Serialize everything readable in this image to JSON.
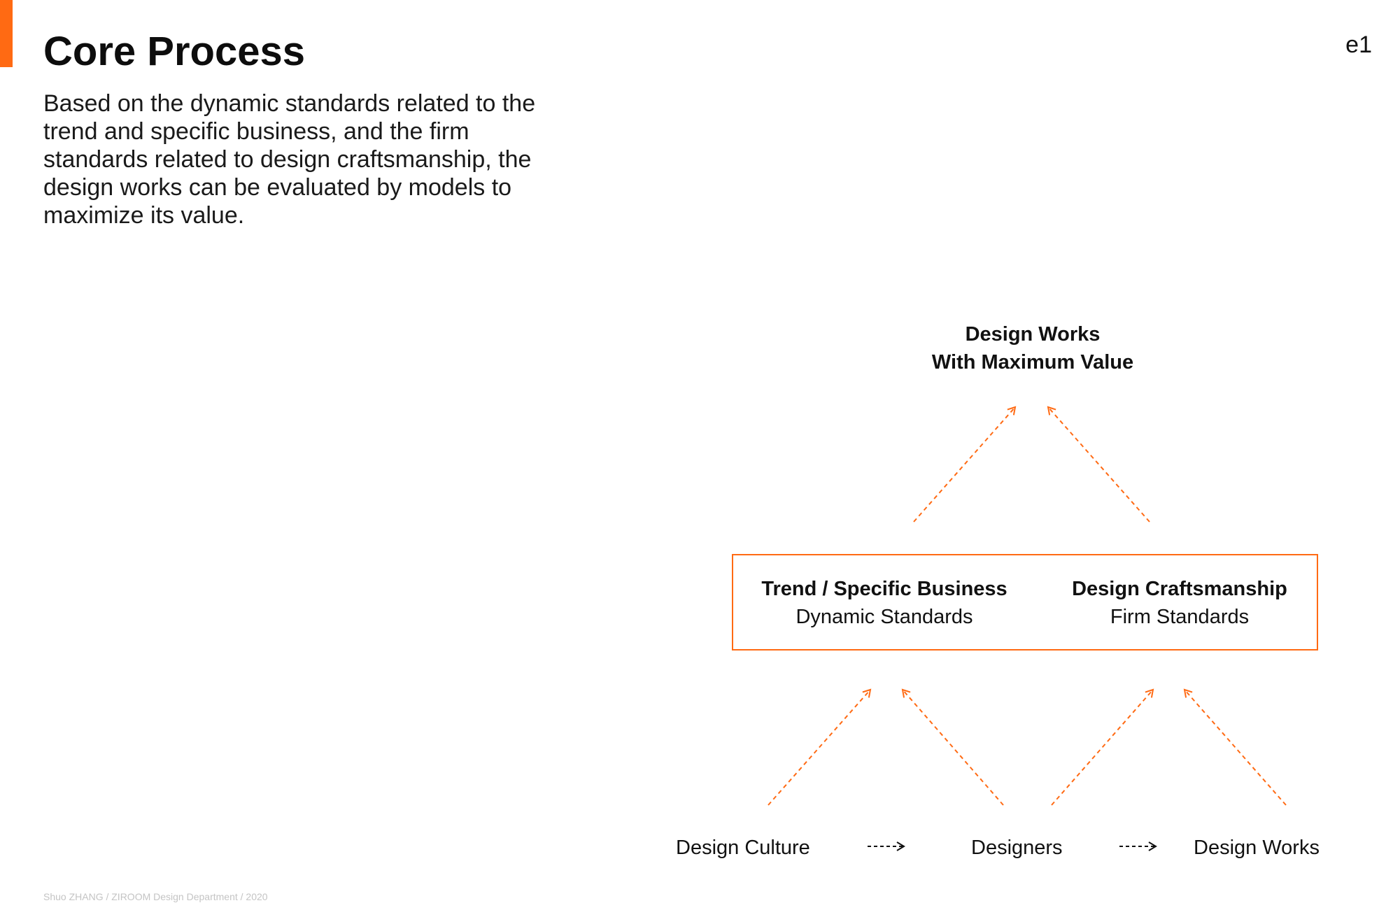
{
  "page": {
    "title": "Core Process",
    "page_number": "e1",
    "description": "Based on the dynamic standards related to the trend and specific business, and the firm standards related to design craftsmanship, the design works can be evaluated by models to maximize its value.",
    "footer": "Shuo ZHANG / ZIROOM Design Department / 2020"
  },
  "diagram": {
    "top_node": {
      "line1": "Design Works",
      "line2": "With Maximum Value"
    },
    "standards_box": {
      "left": {
        "title": "Trend / Specific Business",
        "subtitle": "Dynamic Standards"
      },
      "right": {
        "title": "Design Craftsmanship",
        "subtitle": "Firm Standards"
      }
    },
    "bottom_nodes": [
      "Design Culture",
      "Designers",
      "Design Works"
    ],
    "colors": {
      "accent": "#ff6a13",
      "text": "#111111",
      "footer": "#c4c4c4"
    }
  }
}
